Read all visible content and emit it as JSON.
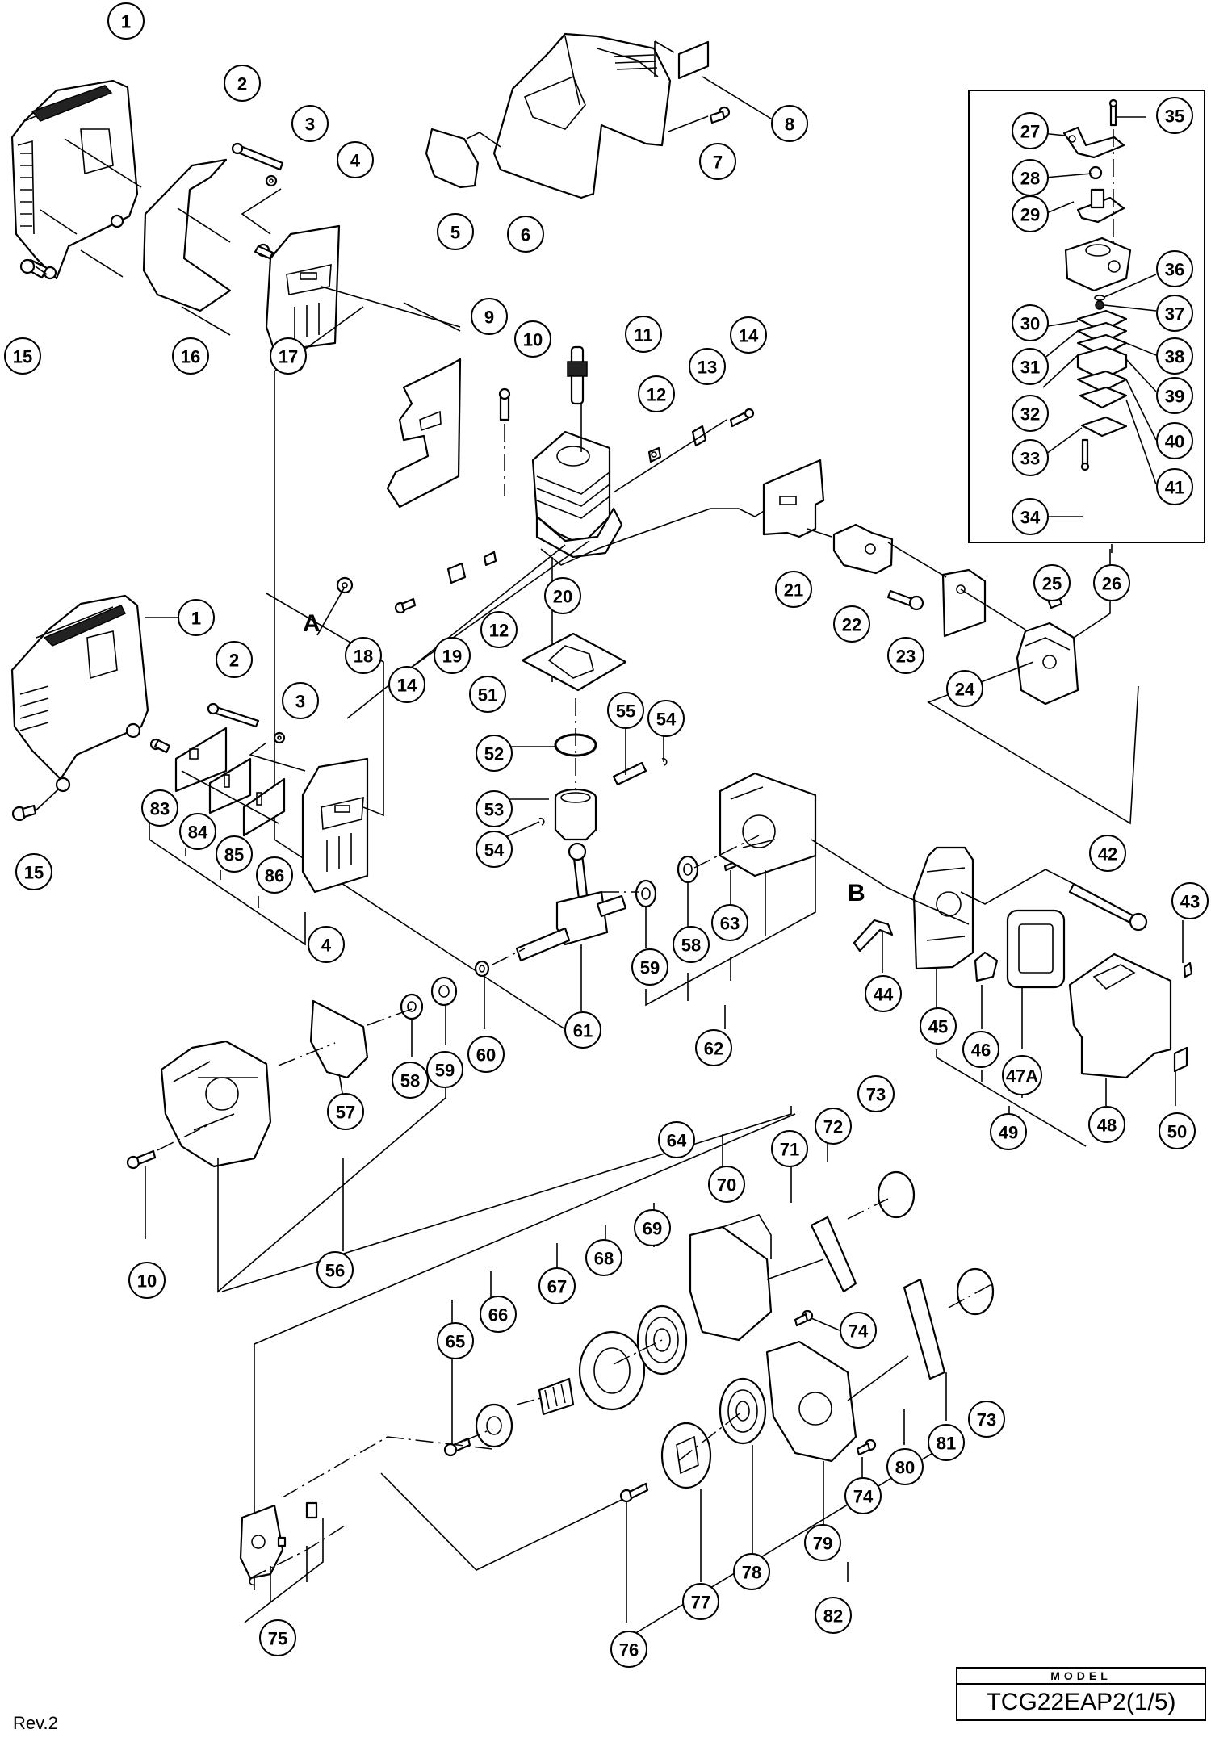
{
  "document": {
    "type": "exploded-parts-diagram",
    "model_label": "MODEL",
    "model_value": "TCG22EAP2(1/5)",
    "revision": "Rev.2"
  },
  "reference_letters": [
    "A",
    "B"
  ],
  "callouts": [
    {
      "id": "c1a",
      "label": "1"
    },
    {
      "id": "c2a",
      "label": "2"
    },
    {
      "id": "c3a",
      "label": "3"
    },
    {
      "id": "c4a",
      "label": "4"
    },
    {
      "id": "c5",
      "label": "5"
    },
    {
      "id": "c6",
      "label": "6"
    },
    {
      "id": "c7",
      "label": "7"
    },
    {
      "id": "c8",
      "label": "8"
    },
    {
      "id": "c15a",
      "label": "15"
    },
    {
      "id": "c16",
      "label": "16"
    },
    {
      "id": "c17",
      "label": "17"
    },
    {
      "id": "c9",
      "label": "9"
    },
    {
      "id": "c10a",
      "label": "10"
    },
    {
      "id": "c11",
      "label": "11"
    },
    {
      "id": "c12a",
      "label": "12"
    },
    {
      "id": "c13",
      "label": "13"
    },
    {
      "id": "c14a",
      "label": "14"
    },
    {
      "id": "c18",
      "label": "18"
    },
    {
      "id": "c14b",
      "label": "14"
    },
    {
      "id": "c19",
      "label": "19"
    },
    {
      "id": "c12b",
      "label": "12"
    },
    {
      "id": "c20",
      "label": "20"
    },
    {
      "id": "c21",
      "label": "21"
    },
    {
      "id": "c22",
      "label": "22"
    },
    {
      "id": "c23",
      "label": "23"
    },
    {
      "id": "c24",
      "label": "24"
    },
    {
      "id": "c25",
      "label": "25"
    },
    {
      "id": "c26",
      "label": "26"
    },
    {
      "id": "c27",
      "label": "27"
    },
    {
      "id": "c28",
      "label": "28"
    },
    {
      "id": "c29",
      "label": "29"
    },
    {
      "id": "c30",
      "label": "30"
    },
    {
      "id": "c31",
      "label": "31"
    },
    {
      "id": "c32",
      "label": "32"
    },
    {
      "id": "c33",
      "label": "33"
    },
    {
      "id": "c34",
      "label": "34"
    },
    {
      "id": "c35",
      "label": "35"
    },
    {
      "id": "c36",
      "label": "36"
    },
    {
      "id": "c37",
      "label": "37"
    },
    {
      "id": "c38",
      "label": "38"
    },
    {
      "id": "c39",
      "label": "39"
    },
    {
      "id": "c40",
      "label": "40"
    },
    {
      "id": "c41",
      "label": "41"
    },
    {
      "id": "c51",
      "label": "51"
    },
    {
      "id": "c1b",
      "label": "1"
    },
    {
      "id": "c2b",
      "label": "2"
    },
    {
      "id": "c3b",
      "label": "3"
    },
    {
      "id": "c15b",
      "label": "15"
    },
    {
      "id": "c83",
      "label": "83"
    },
    {
      "id": "c84",
      "label": "84"
    },
    {
      "id": "c85",
      "label": "85"
    },
    {
      "id": "c86",
      "label": "86"
    },
    {
      "id": "c4b",
      "label": "4"
    },
    {
      "id": "c52",
      "label": "52"
    },
    {
      "id": "c53",
      "label": "53"
    },
    {
      "id": "c54a",
      "label": "54"
    },
    {
      "id": "c54b",
      "label": "54"
    },
    {
      "id": "c55",
      "label": "55"
    },
    {
      "id": "c59a",
      "label": "59"
    },
    {
      "id": "c58a",
      "label": "58"
    },
    {
      "id": "c63",
      "label": "63"
    },
    {
      "id": "c61",
      "label": "61"
    },
    {
      "id": "c62",
      "label": "62"
    },
    {
      "id": "c60",
      "label": "60"
    },
    {
      "id": "c58b",
      "label": "58"
    },
    {
      "id": "c59b",
      "label": "59"
    },
    {
      "id": "c57",
      "label": "57"
    },
    {
      "id": "c56",
      "label": "56"
    },
    {
      "id": "c10b",
      "label": "10"
    },
    {
      "id": "c42",
      "label": "42"
    },
    {
      "id": "c43",
      "label": "43"
    },
    {
      "id": "c44",
      "label": "44"
    },
    {
      "id": "c45",
      "label": "45"
    },
    {
      "id": "c46",
      "label": "46"
    },
    {
      "id": "c47A",
      "label": "47A"
    },
    {
      "id": "c48",
      "label": "48"
    },
    {
      "id": "c49",
      "label": "49"
    },
    {
      "id": "c50",
      "label": "50"
    },
    {
      "id": "c64",
      "label": "64"
    },
    {
      "id": "c65",
      "label": "65"
    },
    {
      "id": "c66",
      "label": "66"
    },
    {
      "id": "c67",
      "label": "67"
    },
    {
      "id": "c68",
      "label": "68"
    },
    {
      "id": "c69",
      "label": "69"
    },
    {
      "id": "c70",
      "label": "70"
    },
    {
      "id": "c71",
      "label": "71"
    },
    {
      "id": "c72",
      "label": "72"
    },
    {
      "id": "c73a",
      "label": "73"
    },
    {
      "id": "c73b",
      "label": "73"
    },
    {
      "id": "c74a",
      "label": "74"
    },
    {
      "id": "c74b",
      "label": "74"
    },
    {
      "id": "c75",
      "label": "75"
    },
    {
      "id": "c76",
      "label": "76"
    },
    {
      "id": "c77",
      "label": "77"
    },
    {
      "id": "c78",
      "label": "78"
    },
    {
      "id": "c79",
      "label": "79"
    },
    {
      "id": "c80",
      "label": "80"
    },
    {
      "id": "c81",
      "label": "81"
    },
    {
      "id": "c82",
      "label": "82"
    }
  ]
}
